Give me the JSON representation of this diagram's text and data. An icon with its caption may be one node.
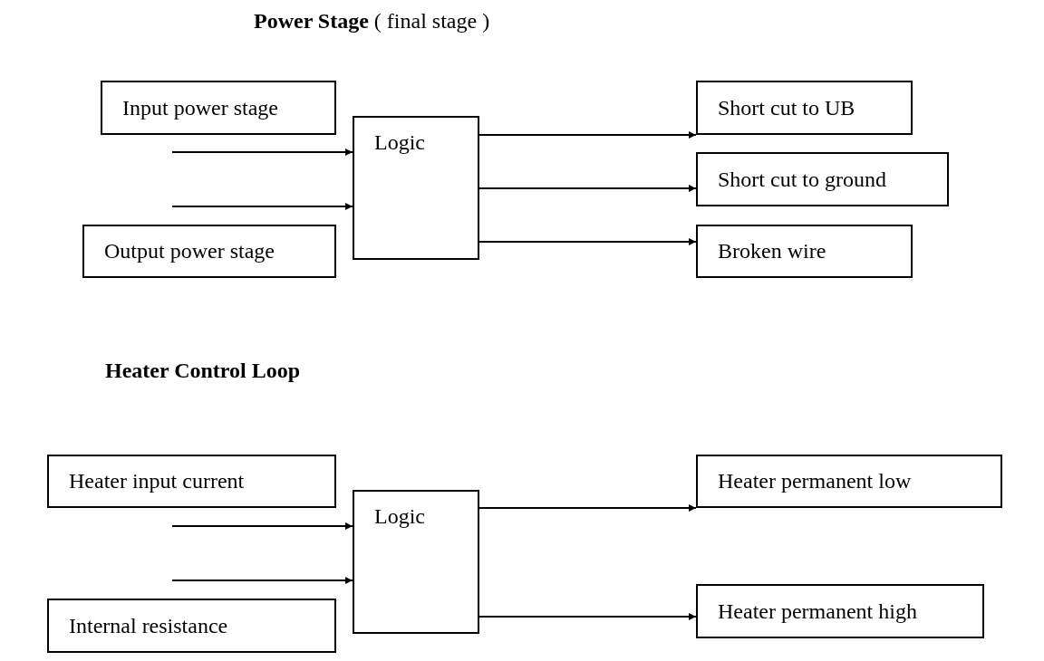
{
  "diagram": {
    "title": "**Power Stage** ( final stage )",
    "nodes": [
      {
        "text": [
          "Input power stage"
        ]
      },
      {
        "text": [
          "Logic"
        ]
      },
      {
        "text": [
          "Output power stage"
        ]
      },
      {
        "text": [
          "Short cut to UB"
        ]
      },
      {
        "text": [
          "Short cut to ground"
        ]
      },
      {
        "text": [
          "Broken wire"
        ]
      },
      {
        "text": [
          "Heater input current"
        ]
      },
      {
        "text": [
          "Logic"
        ]
      },
      {
        "text": [
          "Internal resistance"
        ]
      },
      {
        "text": [
          "Heater permanent low"
        ]
      },
      {
        "text": [
          "Heater permanent high"
        ]
      }
    ],
    "edges": [
      {
        "from": null,
        "to": 1,
        "arrow": "to"
      },
      {
        "from": null,
        "to": 1,
        "arrow": "to"
      },
      {
        "from": 1,
        "to": 3,
        "arrow": "to"
      },
      {
        "from": 1,
        "to": 4,
        "arrow": "to"
      },
      {
        "from": 1,
        "to": 5,
        "arrow": "to"
      },
      {
        "from": null,
        "to": 7,
        "arrow": "to"
      },
      {
        "from": null,
        "to": 7,
        "arrow": "to"
      },
      {
        "from": 7,
        "to": 9,
        "arrow": "to"
      },
      {
        "from": 7,
        "to": 10,
        "arrow": "to"
      }
    ],
    "labels": [
      "Heater Control Loop"
    ]
  }
}
